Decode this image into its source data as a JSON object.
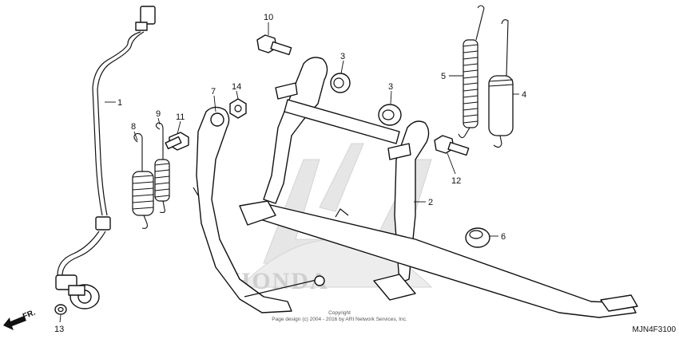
{
  "diagram": {
    "code": "MJN4F3100",
    "copyright_line1": "Copyright",
    "copyright_line2": "Page design (c) 2004 - 2016 by ARI Network Services, Inc.",
    "watermark": "HONDA",
    "direction_label": "FR.",
    "callouts": [
      "1",
      "2",
      "3",
      "3",
      "4",
      "5",
      "6",
      "7",
      "8",
      "9",
      "10",
      "11",
      "12",
      "13",
      "14"
    ]
  }
}
